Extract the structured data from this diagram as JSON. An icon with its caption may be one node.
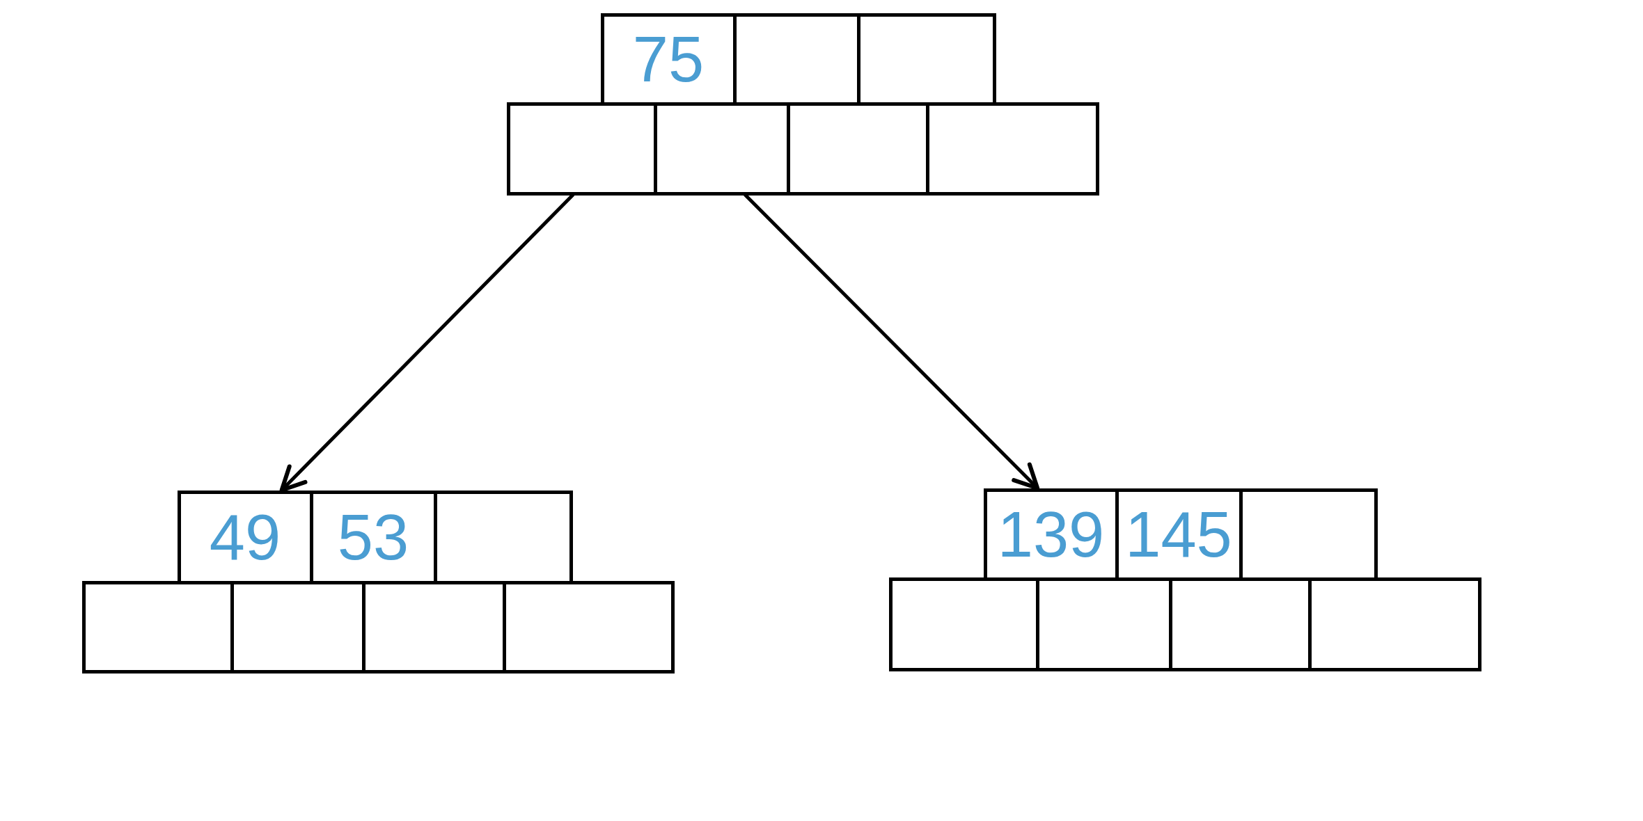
{
  "diagram": {
    "nodes": [
      {
        "text": [
          "75"
        ]
      },
      {
        "text": [],
        "shape": "box"
      },
      {
        "text": [],
        "shape": "box"
      },
      {
        "text": [],
        "shape": "box"
      },
      {
        "text": [],
        "shape": "box"
      },
      {
        "text": [],
        "shape": "box"
      },
      {
        "text": [],
        "shape": "box"
      },
      {
        "text": [
          "49"
        ]
      },
      {
        "text": [
          "53"
        ]
      },
      {
        "text": [],
        "shape": "box"
      },
      {
        "text": [],
        "shape": "box"
      },
      {
        "text": [],
        "shape": "box"
      },
      {
        "text": [],
        "shape": "box"
      },
      {
        "text": [],
        "shape": "box"
      },
      {
        "text": [
          "139"
        ]
      },
      {
        "text": [
          "145"
        ]
      },
      {
        "text": [],
        "shape": "box"
      },
      {
        "text": [],
        "shape": "box"
      },
      {
        "text": [],
        "shape": "box"
      },
      {
        "text": [],
        "shape": "box"
      },
      {
        "text": [],
        "shape": "box"
      }
    ],
    "edges": [
      {
        "from": 3,
        "to": 7,
        "arrow": "to"
      },
      {
        "from": 4,
        "to": 14,
        "arrow": "to"
      }
    ]
  }
}
